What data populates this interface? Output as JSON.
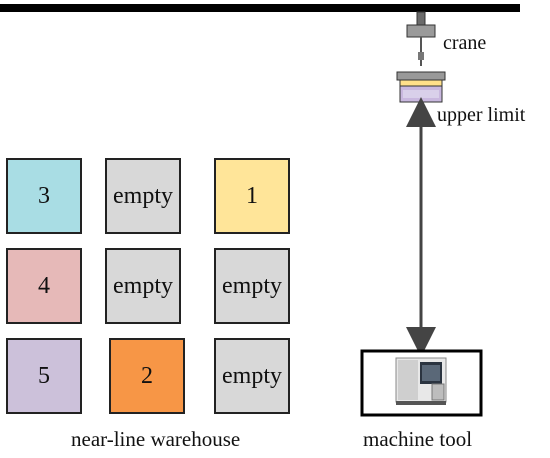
{
  "crane": {
    "label": "crane"
  },
  "upper_limit": {
    "label": "upper limit"
  },
  "machine_tool": {
    "label": "machine tool",
    "icon": "cnc-lathe-icon"
  },
  "warehouse": {
    "label": "near-line warehouse",
    "cells": [
      {
        "text": "3",
        "color": "#a9dde4"
      },
      {
        "text": "empty",
        "color": "#d8d8d8"
      },
      {
        "text": "1",
        "color": "#ffe599"
      },
      {
        "text": "4",
        "color": "#e6b9b8"
      },
      {
        "text": "empty",
        "color": "#d8d8d8"
      },
      {
        "text": "empty",
        "color": "#d8d8d8"
      },
      {
        "text": "5",
        "color": "#ccc1da"
      },
      {
        "text": "2",
        "color": "#f79646"
      },
      {
        "text": "empty",
        "color": "#d8d8d8"
      }
    ]
  },
  "colors": {
    "arrow": "#444444",
    "gantry": "#000000"
  }
}
